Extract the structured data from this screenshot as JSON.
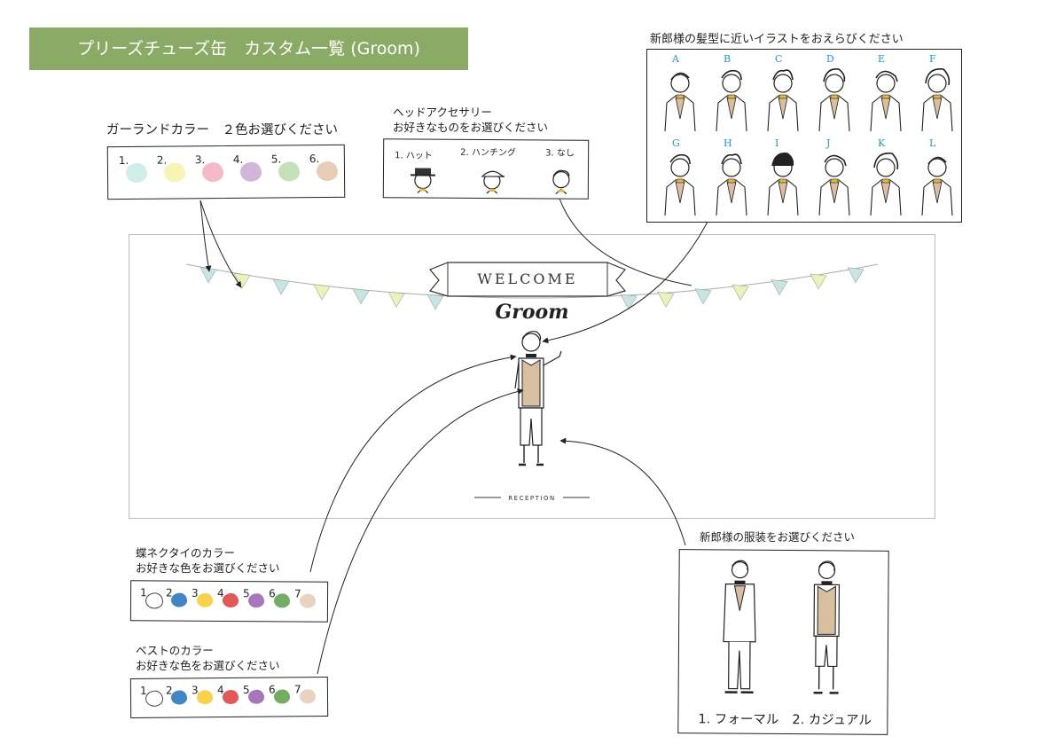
{
  "title": "プリーズチューズ缶　カスタム一覧 (Groom)",
  "garland": {
    "label": "ガーランドカラー　２色お選びください",
    "options": [
      {
        "num": "1.",
        "color": "#cfeee8"
      },
      {
        "num": "2.",
        "color": "#f7f5b6"
      },
      {
        "num": "3.",
        "color": "#f6b9c9"
      },
      {
        "num": "4.",
        "color": "#d3b5dc"
      },
      {
        "num": "5.",
        "color": "#c5e1b8"
      },
      {
        "num": "6.",
        "color": "#e7cdb8"
      }
    ]
  },
  "head_accessory": {
    "label_line1": "ヘッドアクセサリー",
    "label_line2": "お好きなものをお選びください",
    "options": [
      "1. ハット",
      "2. ハンチング",
      "3. なし"
    ]
  },
  "hairstyle": {
    "label": "新郎様の髪型に近いイラストをおえらびください",
    "letters_row1": [
      "A",
      "B",
      "C",
      "D",
      "E",
      "F"
    ],
    "letters_row2": [
      "G",
      "H",
      "I",
      "J",
      "K",
      "L"
    ]
  },
  "preview": {
    "banner_text": "WELCOME",
    "script_text": "Groom",
    "footer_text": "RECEPTION",
    "flag_colors": [
      "#c9e4e2",
      "#eef2b8",
      "#c9e4e2",
      "#eef2b8",
      "#c9e4e2",
      "#eef2b8",
      "#c9e4e2"
    ]
  },
  "bowtie": {
    "label_line1": "蝶ネクタイのカラー",
    "label_line2": "お好きな色をお選びください",
    "options": [
      {
        "num": "1.",
        "color": "#ffffff"
      },
      {
        "num": "2.",
        "color": "#3f86c2"
      },
      {
        "num": "3.",
        "color": "#f7d24a"
      },
      {
        "num": "4.",
        "color": "#e35757"
      },
      {
        "num": "5.",
        "color": "#a777bd"
      },
      {
        "num": "6.",
        "color": "#73ac62"
      },
      {
        "num": "7.",
        "color": "#e8d3c0"
      }
    ]
  },
  "vest": {
    "label_line1": "ベストのカラー",
    "label_line2": "お好きな色をお選びください",
    "options": [
      {
        "num": "1.",
        "color": "#ffffff"
      },
      {
        "num": "2.",
        "color": "#3f86c2"
      },
      {
        "num": "3.",
        "color": "#f7d24a"
      },
      {
        "num": "4.",
        "color": "#e35757"
      },
      {
        "num": "5.",
        "color": "#a777bd"
      },
      {
        "num": "6.",
        "color": "#73ac62"
      },
      {
        "num": "7.",
        "color": "#e8d3c0"
      }
    ]
  },
  "outfit": {
    "label": "新郎様の服装をお選びください",
    "options": [
      "1. フォーマル",
      "2. カジュアル"
    ]
  },
  "accent_vest_color": "#d8bf9f",
  "accent_bowtie_color": "#e9b83a"
}
